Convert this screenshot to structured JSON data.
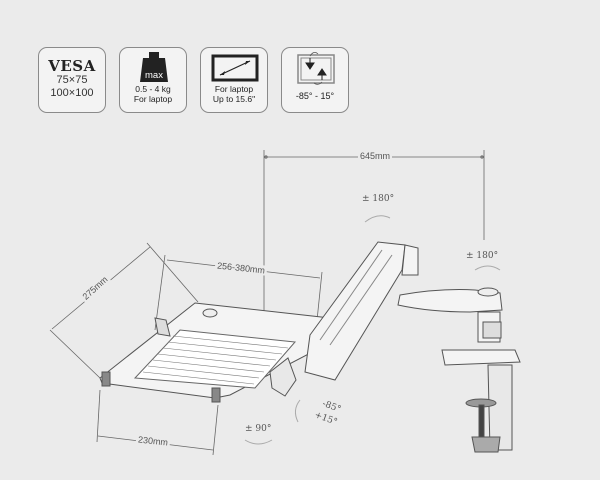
{
  "specs": [
    {
      "id": "vesa",
      "title": "VESA",
      "lines": [
        "75×75",
        "100×100"
      ]
    },
    {
      "id": "weight",
      "icon": "weight-icon",
      "icon_label": "max",
      "lines": [
        "0.5 - 4 kg",
        "For laptop"
      ]
    },
    {
      "id": "screen-size",
      "icon": "screen-diagonal-icon",
      "lines": [
        "For laptop",
        "Up to 15.6\""
      ]
    },
    {
      "id": "tilt",
      "icon": "tilt-icon",
      "lines": [
        "-85° - 15°"
      ]
    }
  ],
  "dimensions": {
    "reach": "645mm",
    "tray_width": "256-380mm",
    "tray_depth": "275mm",
    "tray_front": "230mm"
  },
  "rotations": {
    "arm_swivel": "± 180°",
    "base_swivel": "± 180°",
    "tray_rotate": "± 90°",
    "tilt_down": "-85°",
    "tilt_up": "+15°"
  },
  "colors": {
    "background": "#ebebeb",
    "line": "#666666",
    "box_border": "#8a8a8a"
  }
}
